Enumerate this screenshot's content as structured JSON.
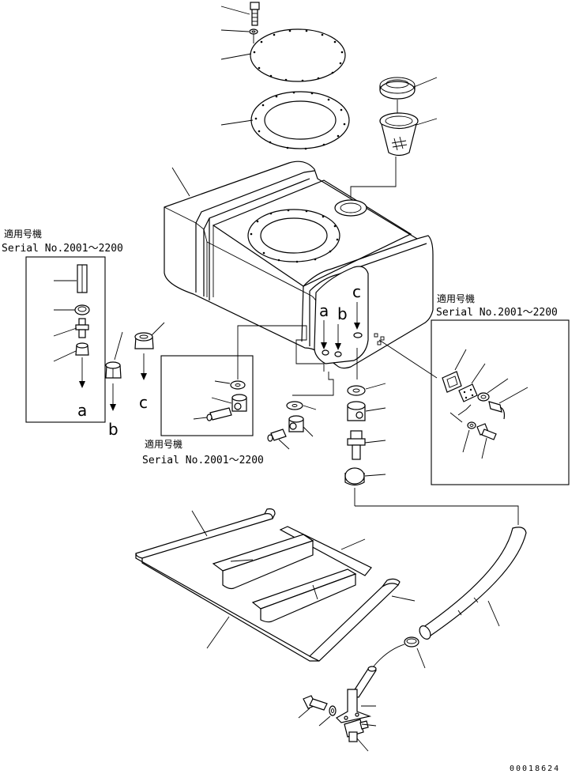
{
  "notes": {
    "left": {
      "jp": "適用号機",
      "serial": "Serial No.2001～2200"
    },
    "middle": {
      "jp": "適用号機",
      "serial": "Serial No.2001～2200"
    },
    "right": {
      "jp": "適用号機",
      "serial": "Serial No.2001～2200"
    }
  },
  "markers": {
    "tank_a": "a",
    "tank_b": "b",
    "tank_c": "c",
    "left_a": "a",
    "free_b": "b",
    "free_c": "c"
  },
  "document_number": "00018624"
}
